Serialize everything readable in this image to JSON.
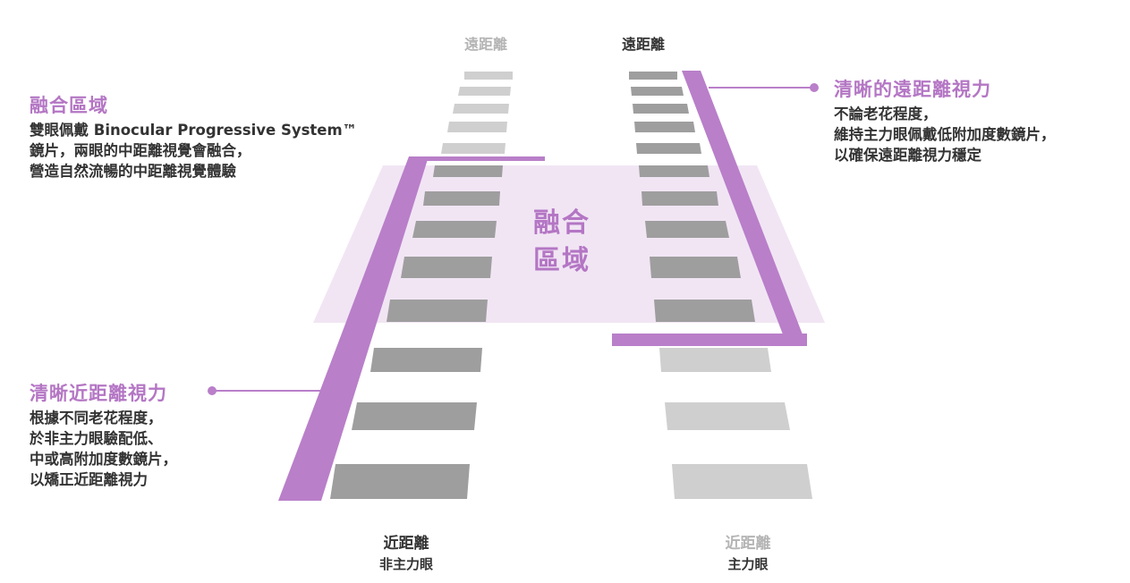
{
  "labels": {
    "top_left": "遠距離",
    "top_right": "遠距離",
    "bottom_left_main": "近距離",
    "bottom_left_sub": "非主力眼",
    "bottom_right_main": "近距離",
    "bottom_right_sub": "主力眼",
    "center_line1": "融合",
    "center_line2": "區域"
  },
  "callouts": {
    "fusion": {
      "title": "融合區域",
      "lines": [
        "雙眼佩戴 Binocular Progressive System™",
        "鏡片，兩眼的中距離視覺會融合，",
        "營造自然流暢的中距離視覺體驗"
      ]
    },
    "near": {
      "title": "清晰近距離視力",
      "lines": [
        "根據不同老花程度，",
        "於非主力眼驗配低、",
        "中或高附加度數鏡片，",
        "以矯正近距離視力"
      ]
    },
    "far": {
      "title": "清晰的遠距離視力",
      "lines": [
        "不論老花程度，",
        "維持主力眼佩戴低附加度數鏡片，",
        "以確保遠距離視力穩定"
      ]
    }
  },
  "colors": {
    "purple": "#b97fc9",
    "purple_text": "#b476c4",
    "fusion_zone": "#f1e5f4",
    "bar_dark": "#9e9e9e",
    "bar_light": "#cfcfcf",
    "label_dark": "#333333",
    "label_light": "#b4b4b4"
  }
}
